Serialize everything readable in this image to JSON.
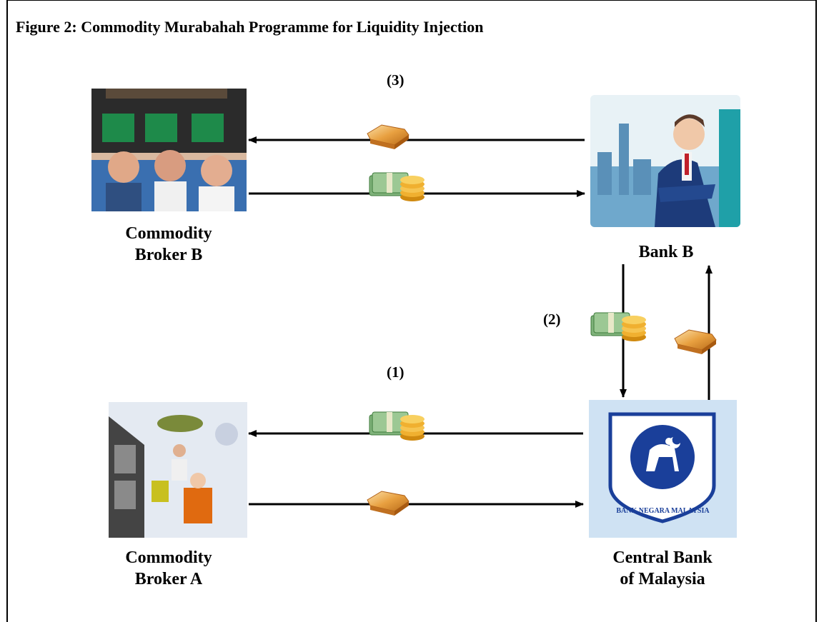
{
  "figure": {
    "title": "Figure 2: Commodity Murabahah Programme for Liquidity Injection"
  },
  "steps": {
    "step1": "(1)",
    "step2": "(2)",
    "step3": "(3)"
  },
  "nodes": {
    "broker_b": {
      "line1": "Commodity",
      "line2": "Broker B"
    },
    "bank_b": {
      "line1": "Bank B"
    },
    "broker_a": {
      "line1": "Commodity",
      "line2": "Broker A"
    },
    "central_bank": {
      "line1": "Central Bank",
      "line2": "of Malaysia",
      "logo_text": "BANK NEGARA MALAYSIA"
    }
  },
  "icons": {
    "commodity": "gold-bars-icon",
    "payment": "cash-and-coins-icon"
  },
  "colors": {
    "gold": "#e8a040",
    "cash": "#7fb27a",
    "coin": "#f0b030",
    "central_bank_bg": "#cfe2f3",
    "logo_blue": "#1a3f9a"
  }
}
